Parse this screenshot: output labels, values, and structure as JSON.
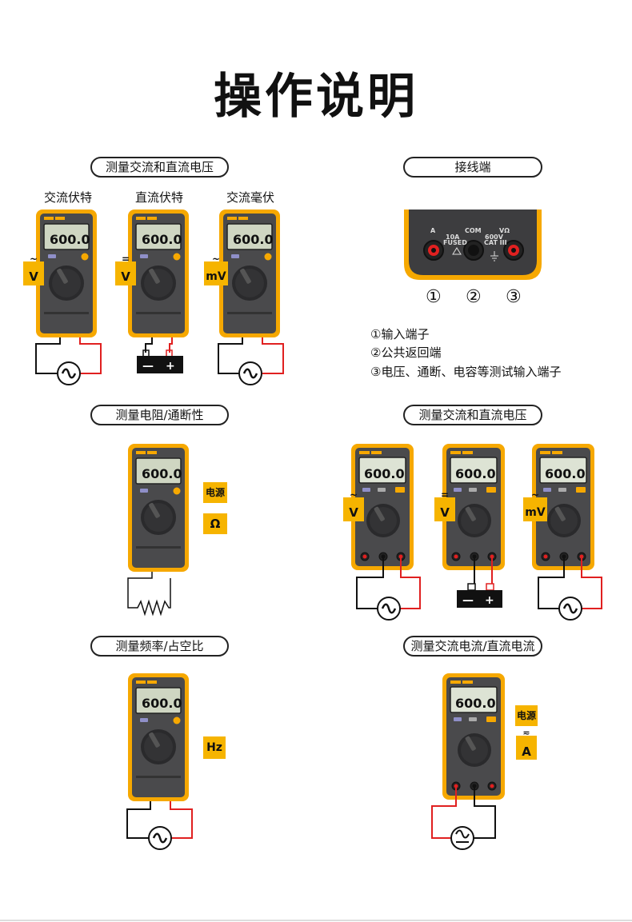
{
  "title": "操作说明",
  "sections": {
    "ac_dc_voltage_1": {
      "heading": "测量交流和直流电压",
      "labels": [
        "交流伏特",
        "直流伏特",
        "交流毫伏"
      ],
      "tags": [
        "V",
        "V",
        "mV"
      ]
    },
    "terminals": {
      "heading": "接线端",
      "panel": {
        "a_label": "A",
        "com_label": "COM",
        "v_label": "VΩ",
        "a_rating_1": "10A",
        "a_rating_2": "FUSED",
        "v_rating_1": "600V",
        "v_rating_2": "CAT III"
      },
      "numbers": [
        "①",
        "②",
        "③"
      ],
      "notes": [
        "①输入端子",
        "②公共返回端",
        "③电压、通断、电容等测试输入端子"
      ]
    },
    "resistance": {
      "heading": "测量电阻/通断性",
      "tags": [
        "电源",
        "Ω"
      ]
    },
    "ac_dc_voltage_2": {
      "heading": "测量交流和直流电压",
      "tags": [
        "V",
        "V",
        "mV"
      ]
    },
    "frequency": {
      "heading": "测量频率/占空比",
      "tags": [
        "Hz"
      ]
    },
    "current": {
      "heading": "测量交流电流/直流电流",
      "tags": [
        "电源",
        "A"
      ]
    }
  },
  "meter": {
    "reading": "600.0",
    "battery_minus": "—",
    "battery_plus": "+"
  },
  "colors": {
    "meter_yellow": "#f6a800",
    "meter_body": "#4a4a4c",
    "tag_yellow": "#f6b400",
    "lead_red": "#e02020",
    "lead_black": "#222222",
    "lcd": "#d6dccb"
  }
}
